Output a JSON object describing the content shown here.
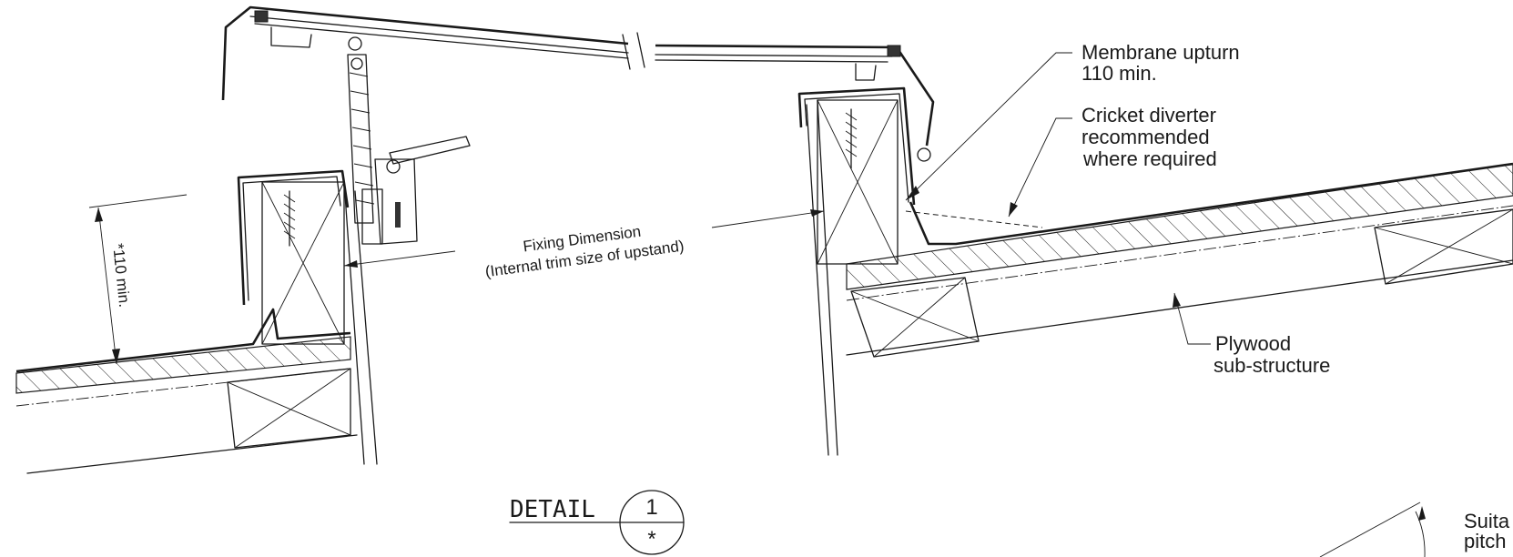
{
  "labels": {
    "membrane_upturn_1": "Membrane upturn",
    "membrane_upturn_2": "110 min.",
    "cricket_1": "Cricket diverter",
    "cricket_2": "recommended",
    "cricket_3": "where required",
    "plywood_1": "Plywood",
    "plywood_2": "sub-structure",
    "fixing_1": "Fixing Dimension",
    "fixing_2": "(Internal trim size of upstand)",
    "min_height": "*110 min.",
    "suitable_1": "Suita",
    "suitable_2": "pitch"
  },
  "detail_callout": {
    "word": "DETAIL",
    "number": "1",
    "sheet": "*"
  }
}
